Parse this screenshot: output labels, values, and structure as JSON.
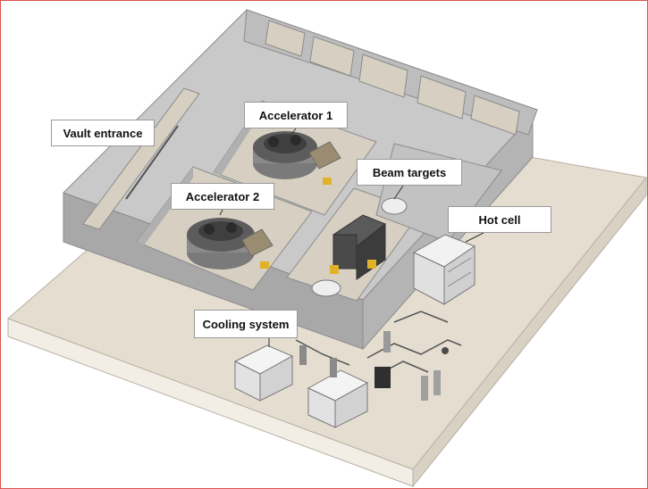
{
  "labels": {
    "vault_entrance": "Vault entrance",
    "accelerator_1": "Accelerator 1",
    "accelerator_2": "Accelerator 2",
    "beam_targets": "Beam targets",
    "hot_cell": "Hot cell",
    "cooling_system": "Cooling system"
  },
  "colors": {
    "frame_border": "#d9534f",
    "floor_slab": "#e4ddd0",
    "floor_slab_edge": "#f2eee6",
    "wall_top": "#c9c9c9",
    "wall_side": "#a8a8a8",
    "room_floor": "#d6cfc2",
    "label_border": "#9a9a9a",
    "beam_target_yellow": "#e0b22a"
  }
}
